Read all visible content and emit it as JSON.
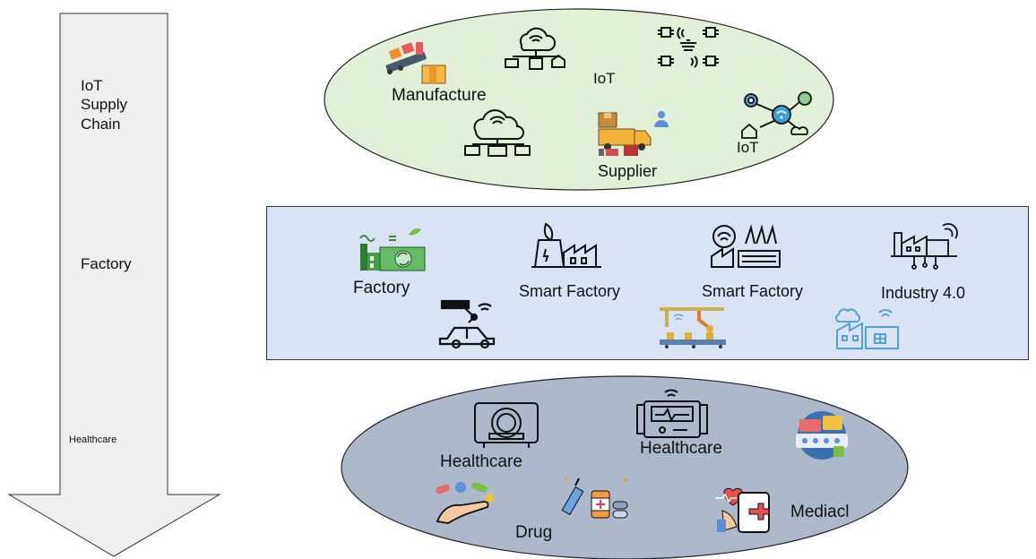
{
  "arrow": {
    "stage_1": "IoT\nSupply\nChain",
    "stage_2": "Factory",
    "stage_3": "Healthcare"
  },
  "iot_supply_chain": {
    "labels": {
      "manufacture": "Manufacture",
      "iot_a": "IoT",
      "iot_b": "IoT",
      "supplier": "Supplier"
    },
    "icons": [
      "conveyor-boxes-icon",
      "cloud-network-icon",
      "chip-signal-icon",
      "cloud-devices-icon",
      "delivery-truck-icon",
      "smart-home-network-icon"
    ]
  },
  "factory_panel": {
    "labels": {
      "factory": "Factory",
      "smart_factory_a": "Smart Factory",
      "smart_factory_b": "Smart Factory",
      "industry": "Industry 4.0"
    },
    "icons": [
      "green-factory-icon",
      "eco-factory-icon",
      "wireless-factory-icon",
      "iot-factory-icon",
      "robot-arm-car-icon",
      "assembly-line-icon",
      "connected-factory-icon"
    ]
  },
  "healthcare": {
    "labels": {
      "healthcare_a": "Healthcare",
      "healthcare_b": "Healthcare",
      "drug": "Drug",
      "medical": "Mediacl"
    },
    "icons": [
      "mri-scanner-icon",
      "heart-monitor-icon",
      "pill-packs-icon",
      "pills-hand-icon",
      "syringe-bottle-icon",
      "medical-phone-icon"
    ]
  },
  "colors": {
    "arrow_fill": "#efefef",
    "ellipse_green": "#e2efd9",
    "panel_blue": "#dae3f3",
    "ellipse_slate": "#adb9ca",
    "line": "#222222"
  }
}
